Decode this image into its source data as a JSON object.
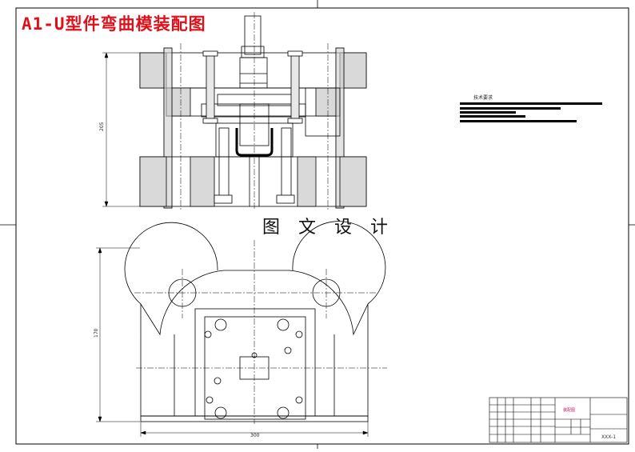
{
  "drawing": {
    "title": "A1-U型件弯曲模装配图",
    "watermark": "图 文 设 计",
    "technical_requirements_heading": "技术要求"
  },
  "dimensions": {
    "front_height": "205",
    "plan_height": "170",
    "plan_width": "300"
  },
  "title_block": {
    "part_name": "装配图",
    "drawing_code": "XXX-1"
  },
  "colors": {
    "title": "#e0101a",
    "line": "#000000",
    "fill_dark": "#cfcfcf",
    "title_block_text": "#c01060"
  }
}
